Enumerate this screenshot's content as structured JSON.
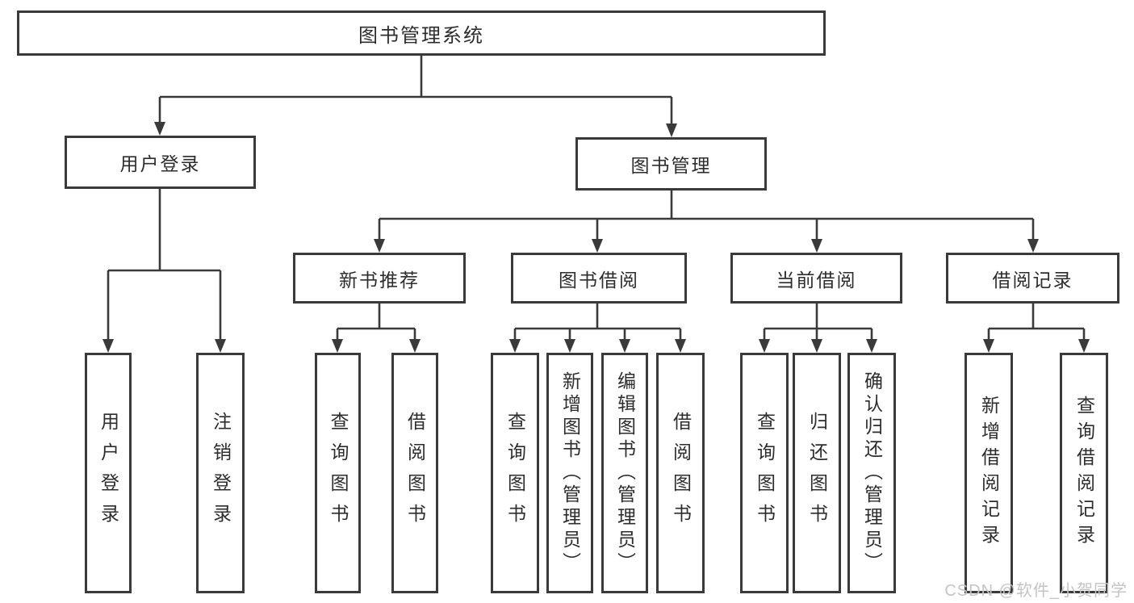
{
  "colors": {
    "line": "#3a3a3a",
    "text": "#2d2d2d",
    "watermark": "#c4c4c4"
  },
  "diagram": {
    "root": {
      "label": "图书管理系统"
    },
    "branches": [
      {
        "label": "用户登录",
        "leaves": [
          "用户登录",
          "注销登录"
        ]
      },
      {
        "label": "图书管理",
        "children": [
          {
            "label": "新书推荐",
            "leaves": [
              "查询图书",
              "借阅图书"
            ]
          },
          {
            "label": "图书借阅",
            "leaves": [
              "查询图书",
              "新增图书（管理员）",
              "编辑图书（管理员）",
              "借阅图书"
            ]
          },
          {
            "label": "当前借阅",
            "leaves": [
              "查询图书",
              "归还图书",
              "确认归还（管理员）"
            ]
          },
          {
            "label": "借阅记录",
            "leaves": [
              "新增借阅记录",
              "查询借阅记录"
            ]
          }
        ]
      }
    ]
  },
  "watermark": {
    "text": "CSDN @软件_小贺同学"
  }
}
